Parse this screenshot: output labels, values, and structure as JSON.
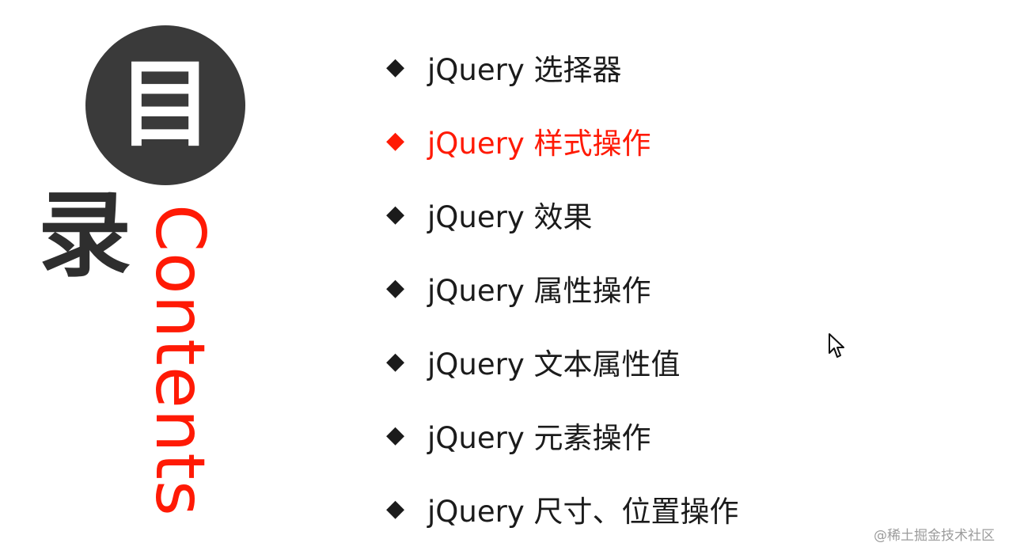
{
  "slide": {
    "title_char_1": "目",
    "title_char_2": "录",
    "title_english": "Contents",
    "bullet_icon": "◆",
    "items": [
      {
        "label": "jQuery 选择器",
        "active": false
      },
      {
        "label": "jQuery 样式操作",
        "active": true
      },
      {
        "label": "jQuery 效果",
        "active": false
      },
      {
        "label": "jQuery 属性操作",
        "active": false
      },
      {
        "label": "jQuery 文本属性值",
        "active": false
      },
      {
        "label": "jQuery 元素操作",
        "active": false
      },
      {
        "label": "jQuery 尺寸、位置操作",
        "active": false
      }
    ]
  },
  "watermark": "@稀土掘金技术社区",
  "colors": {
    "accent": "#ff1a05",
    "circle": "#3a3a3a",
    "text": "#1b1b1b",
    "background": "#ffffff"
  },
  "icons": {
    "bullet": "diamond-icon",
    "pointer": "mouse-cursor-icon"
  }
}
